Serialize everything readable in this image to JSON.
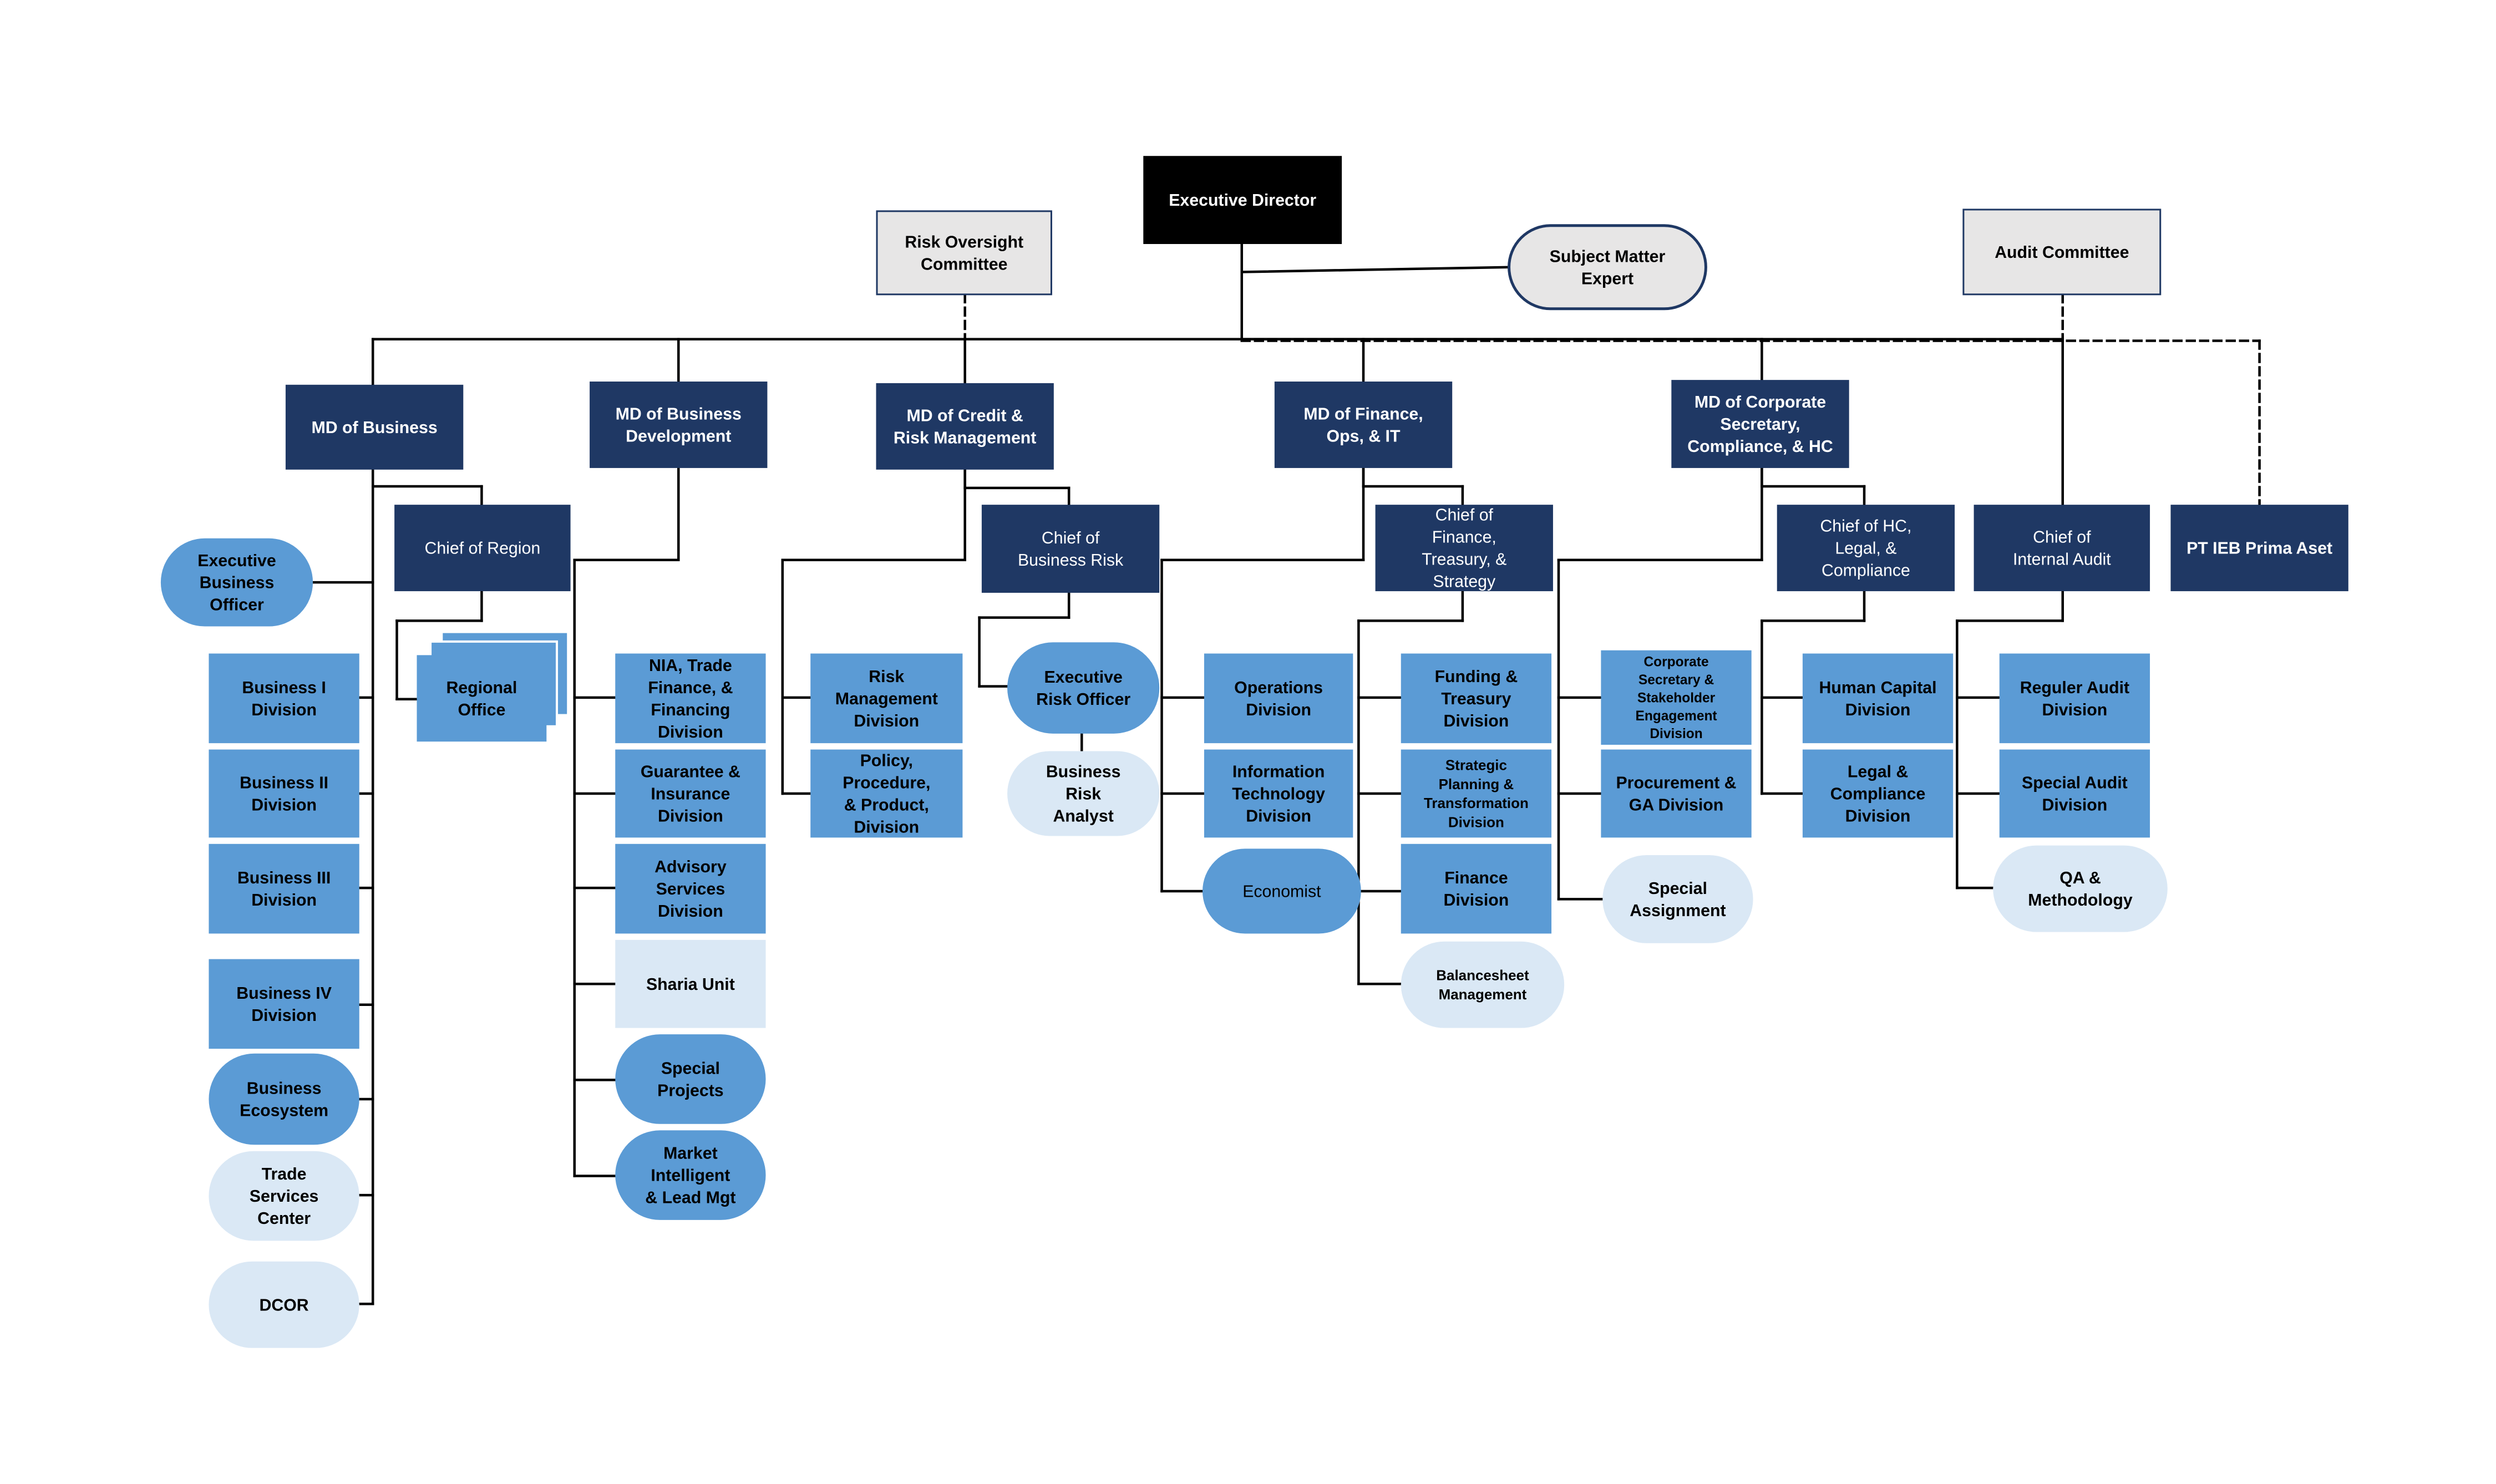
{
  "colors": {
    "black": "#000000",
    "navy": "#1f3864",
    "mid_blue": "#5b9bd5",
    "light_blue": "#dae8f5",
    "grey": "#e7e6e6",
    "line": "#000000",
    "text_dark": "#000000",
    "text_light": "#ffffff"
  },
  "nodes": {
    "executive_director": "Executive Director",
    "risk_oversight_committee": "Risk Oversight Committee",
    "subject_matter_expert": "Subject Matter Expert",
    "audit_committee": "Audit Committee",
    "md_business": "MD of Business",
    "md_business_development": "MD of Business Development",
    "md_credit_risk": "MD of Credit & Risk Management",
    "md_finance_ops_it": "MD of Finance, Ops, & IT",
    "md_corporate_secretary": "MD of Corporate Secretary, Compliance, & HC",
    "chief_internal_audit": "Chief of Internal Audit",
    "pt_ieb_prima_aset": "PT IEB Prima Aset",
    "chief_region": "Chief of Region",
    "executive_business_officer": "Executive Business Officer",
    "regional_office": "Regional Office",
    "business_1": "Business I Division",
    "business_2": "Business II Division",
    "business_3": "Business III Division",
    "business_4": "Business IV Division",
    "business_ecosystem": "Business Ecosystem",
    "trade_services_center": "Trade Services Center",
    "dcor": "DCOR",
    "nia_trade_finance": "NIA, Trade Finance, & Financing Division",
    "guarantee_insurance": "Guarantee & Insurance Division",
    "advisory_services": "Advisory Services Division",
    "sharia_unit": "Sharia Unit",
    "special_projects": "Special Projects",
    "market_intelligent": "Market Intelligent & Lead Mgt",
    "chief_business_risk": "Chief of Business Risk",
    "risk_management_division": "Risk Management Division",
    "policy_procedure_product": "Policy, Procedure, & Product, Division",
    "executive_risk_officer": "Executive Risk Officer",
    "business_risk_analyst": "Business Risk Analyst",
    "chief_finance_treasury": "Chief of Finance, Treasury, & Strategy",
    "operations_division": "Operations Division",
    "information_technology": "Information Technology Division",
    "economist": "Economist",
    "funding_treasury": "Funding & Treasury Division",
    "strategic_planning": "Strategic Planning & Transformation Division",
    "finance_division": "Finance Division",
    "balancesheet_management": "Balancesheet Management",
    "chief_hc_legal": "Chief of HC, Legal, & Compliance",
    "corporate_secretary_division": "Corporate Secretary & Stakeholder Engagement Division",
    "procurement_ga": "Procurement & GA Division",
    "special_assignment": "Special Assignment",
    "human_capital": "Human Capital Division",
    "legal_compliance": "Legal & Compliance Division",
    "reguler_audit": "Reguler Audit Division",
    "special_audit": "Special Audit Division",
    "qa_methodology": "QA & Methodology"
  }
}
